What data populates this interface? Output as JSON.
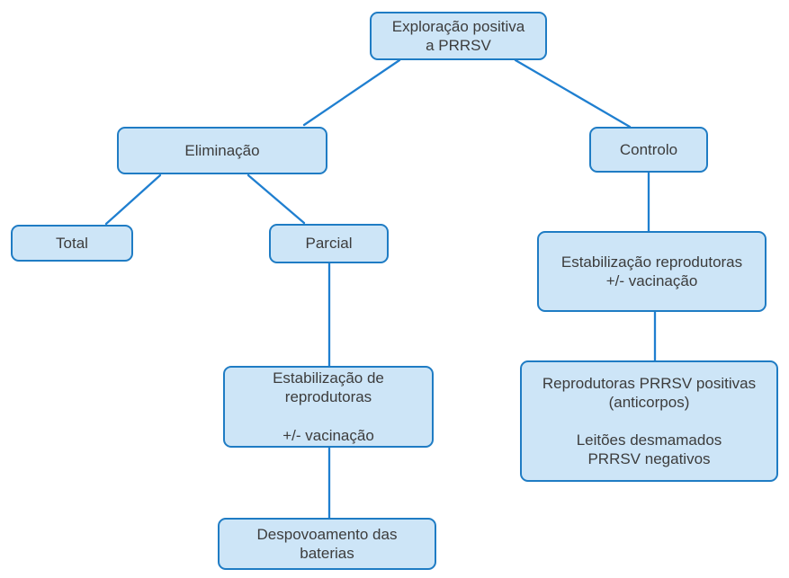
{
  "diagram": {
    "description": "Flowchart of strategies for a PRRSV-positive farm",
    "colors": {
      "node_fill": "#cde5f7",
      "node_border": "#1f7cc4",
      "connector": "#1f7fd0",
      "text": "#3c3c3c",
      "background": "#ffffff"
    },
    "nodes": {
      "root": {
        "label": "Exploração positiva\na PRRSV"
      },
      "eliminacao": {
        "label": "Eliminação"
      },
      "controlo": {
        "label": "Controlo"
      },
      "total": {
        "label": "Total"
      },
      "parcial": {
        "label": "Parcial"
      },
      "estabilizacao_reprodutoras": {
        "label": "Estabilização reprodutoras\n+/- vacinação"
      },
      "estabilizacao_de_reprodutoras": {
        "label": "Estabilização de\nreprodutoras\n\n+/- vacinação"
      },
      "reprodutoras_positivas": {
        "label": "Reprodutoras PRRSV positivas\n(anticorpos)\n\nLeitões desmamados\nPRRSV negativos"
      },
      "despovoamento": {
        "label": "Despovoamento das\nbaterias"
      }
    },
    "edges": [
      {
        "from": "root",
        "to": "eliminacao"
      },
      {
        "from": "root",
        "to": "controlo"
      },
      {
        "from": "eliminacao",
        "to": "total"
      },
      {
        "from": "eliminacao",
        "to": "parcial"
      },
      {
        "from": "parcial",
        "to": "estabilizacao_de_reprodutoras"
      },
      {
        "from": "estabilizacao_de_reprodutoras",
        "to": "despovoamento"
      },
      {
        "from": "controlo",
        "to": "estabilizacao_reprodutoras"
      },
      {
        "from": "estabilizacao_reprodutoras",
        "to": "reprodutoras_positivas"
      }
    ]
  }
}
